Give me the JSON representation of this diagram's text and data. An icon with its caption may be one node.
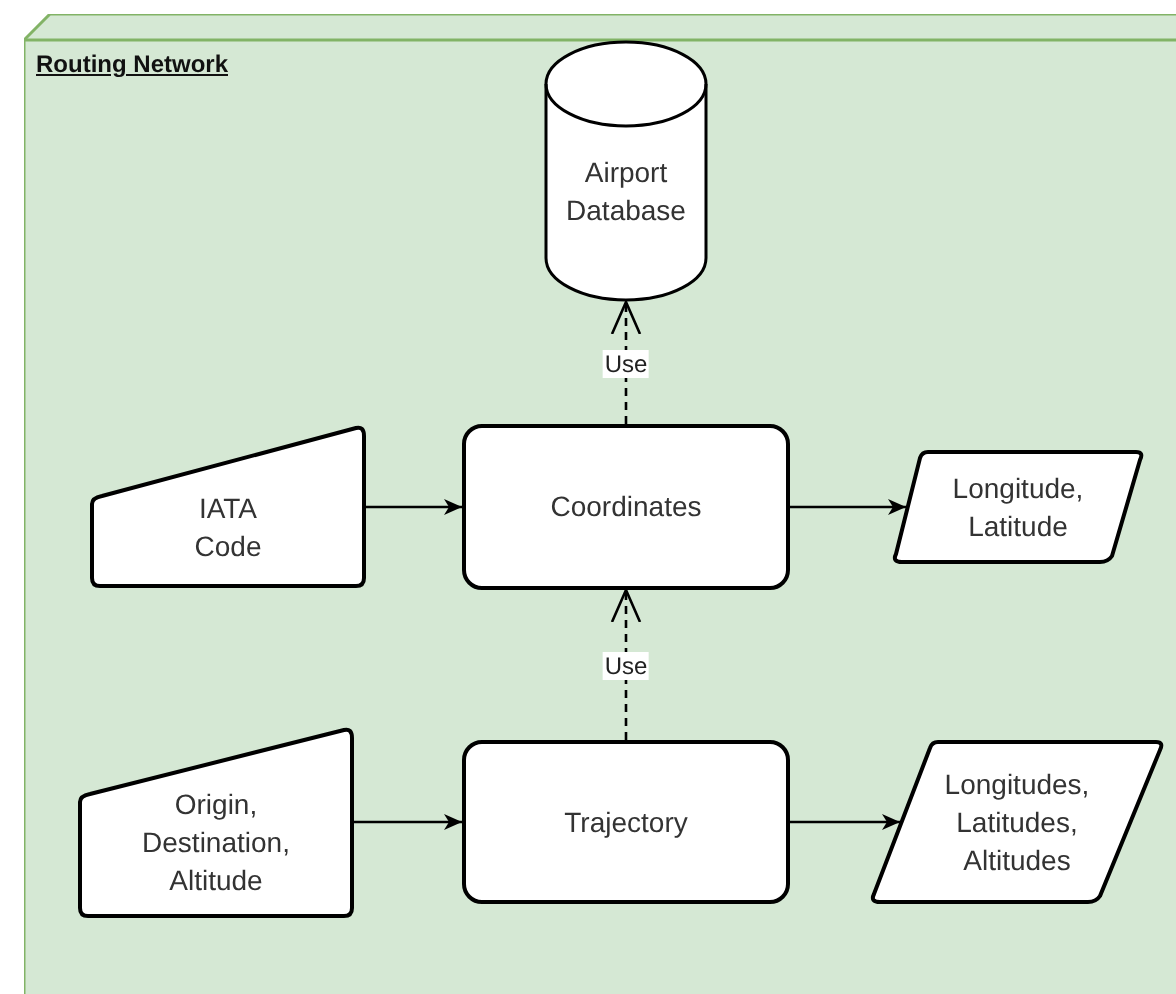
{
  "diagram": {
    "nodes": [
      {
        "text": [
          "Routing Network"
        ]
      },
      {
        "text": [
          "Airport Database"
        ],
        "in": 0
      },
      {
        "text": [
          "IATA Code"
        ],
        "in": 0
      },
      {
        "text": [
          "Coordinates"
        ],
        "in": 0
      },
      {
        "text": [
          "Longitude, Latitude"
        ],
        "in": 0
      },
      {
        "text": [
          "Origin, Destination, Altitude"
        ],
        "in": 0
      },
      {
        "text": [
          "Trajectory"
        ],
        "in": 0
      },
      {
        "text": [
          "Longitudes, Latitudes, Altitudes"
        ],
        "in": 0
      }
    ],
    "edges": [
      {
        "from": 3,
        "to": 1,
        "arrow": "to",
        "label": "Use",
        "style": "dashed"
      },
      {
        "from": 6,
        "to": 3,
        "arrow": "to",
        "label": "Use",
        "style": "dashed"
      },
      {
        "from": 2,
        "to": 3,
        "arrow": "to"
      },
      {
        "from": 3,
        "to": 4,
        "arrow": "to"
      },
      {
        "from": 5,
        "to": 6,
        "arrow": "to"
      },
      {
        "from": 6,
        "to": 7,
        "arrow": "to"
      }
    ]
  }
}
